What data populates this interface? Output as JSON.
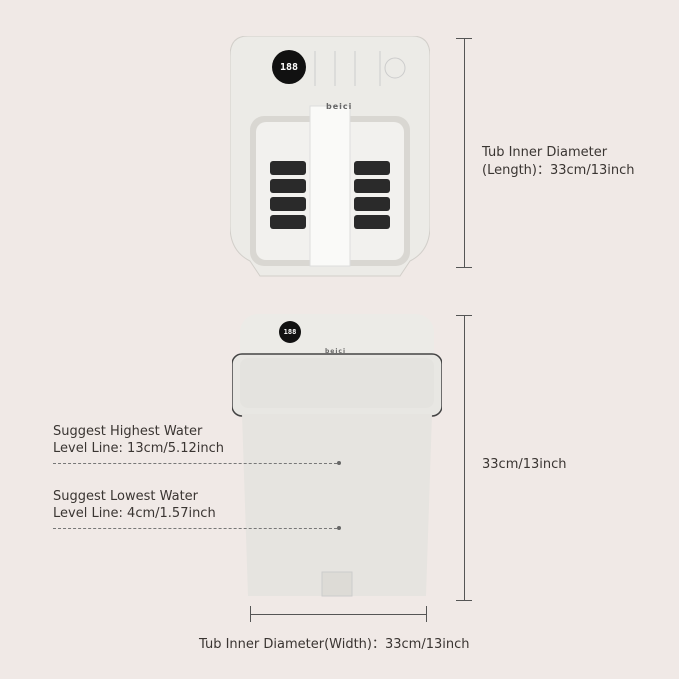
{
  "brand": "beici",
  "display_value": "188",
  "annotations": {
    "length_label_line1": "Tub Inner Diameter",
    "length_label_line2": "(Length)：33cm/13inch",
    "height_label": "33cm/13inch",
    "highest_line1": "Suggest Highest Water",
    "highest_line2": "Level Line: 13cm/5.12inch",
    "lowest_line1": "Suggest Lowest Water",
    "lowest_line2": "Level Line: 4cm/1.57inch",
    "width_label": "Tub Inner Diameter(Width)：33cm/13inch"
  },
  "colors": {
    "background": "#f0e9e6",
    "body": "#e9e6e1",
    "rollers": "#2a2a2a"
  }
}
